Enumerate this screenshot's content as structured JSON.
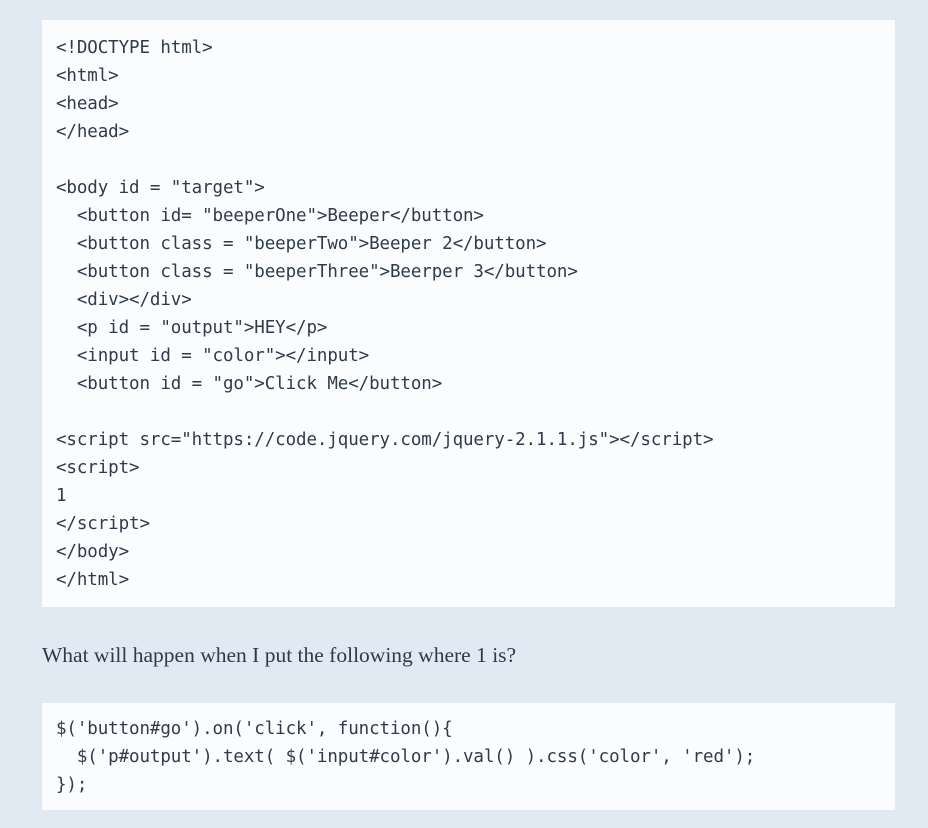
{
  "page": {
    "background_color": "#e1e9f2",
    "code_block_background": "#fbfcfd",
    "text_color": "#2f3b4a"
  },
  "code_block_markup": {
    "language": "html",
    "lines": [
      "<!DOCTYPE html>",
      "<html>",
      "<head>",
      "</head>",
      "",
      "<body id = \"target\">",
      "  <button id= \"beeperOne\">Beeper</button>",
      "  <button class = \"beeperTwo\">Beeper 2</button>",
      "  <button class = \"beeperThree\">Beerper 3</button>",
      "  <div></div>",
      "  <p id = \"output\">HEY</p>",
      "  <input id = \"color\"></input>",
      "  <button id = \"go\">Click Me</button>",
      "",
      "<script src=\"https://code.jquery.com/jquery-2.1.1.js\"></script>",
      "<script>",
      "1",
      "</script>",
      "</body>",
      "</html>"
    ],
    "text": "<!DOCTYPE html>\n<html>\n<head>\n</head>\n\n<body id = \"target\">\n  <button id= \"beeperOne\">Beeper</button>\n  <button class = \"beeperTwo\">Beeper 2</button>\n  <button class = \"beeperThree\">Beerper 3</button>\n  <div></div>\n  <p id = \"output\">HEY</p>\n  <input id = \"color\"></input>\n  <button id = \"go\">Click Me</button>\n\n<script src=\"https://code.jquery.com/jquery-2.1.1.js\"></script>\n<script>\n1\n</script>\n</body>\n</html>"
  },
  "question": {
    "text": "What will happen when I put the following where 1 is?"
  },
  "code_block_script": {
    "language": "javascript",
    "lines": [
      "$('button#go').on('click', function(){",
      "  $('p#output').text( $('input#color').val() ).css('color', 'red');",
      "});"
    ],
    "text": "$('button#go').on('click', function(){\n  $('p#output').text( $('input#color').val() ).css('color', 'red');\n});"
  }
}
